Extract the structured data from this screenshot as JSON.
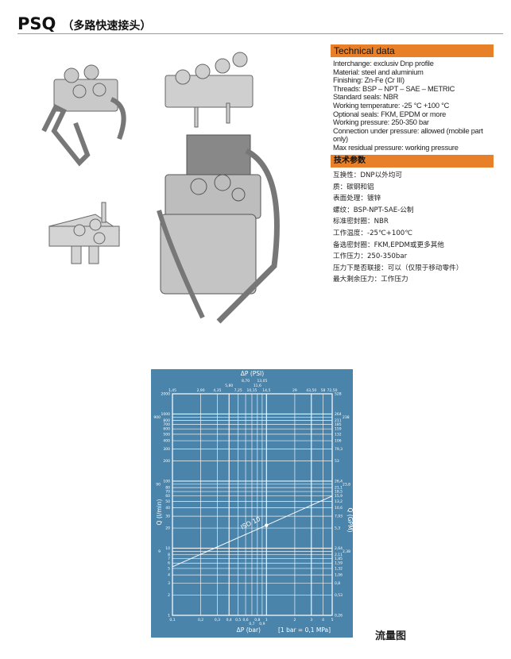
{
  "header": {
    "title": "PSQ",
    "subtitle": "（多路快速接头）"
  },
  "tech_en": {
    "heading": "Technical data",
    "lines": [
      "Interchange: exclusiv Dnp profile",
      "Material: steel and aluminium",
      "Finishing: Zn-Fe (Cr III)",
      "Threads: BSP – NPT – SAE – METRIC",
      "Standard seals: NBR",
      "Working temperature: -25 °C +100 °C",
      "Optional seals: FKM, EPDM or more",
      "Working pressure: 250-350 bar",
      "Connection under pressure: allowed (mobile part only)",
      "Max residual pressure: working pressure"
    ]
  },
  "tech_cn": {
    "heading": "技术参数",
    "lines": [
      "互换性：DNP以外均可",
      "质：碳钢和铝",
      "表面处理：镀锌",
      "螺纹：BSP-NPT-SAE-公制",
      "标准密封圈：NBR",
      "工作温度：-25℃+100℃",
      "备选密封圈：FKM,EPDM或更多其他",
      "工作压力：250-350bar",
      "压力下是否联接：可以（仅限于移动零件）",
      "最大剩余压力：工作压力"
    ]
  },
  "caption": "流量图",
  "colors": {
    "accent": "#e8802a",
    "chart_bg": "#4a84ab",
    "grid": "#ffffff"
  },
  "chart_data": {
    "type": "line",
    "scale": "log-log",
    "xlabel": "ΔP (bar)",
    "xlabel_note": "[1 bar = 0,1 MPa]",
    "x2label": "ΔP (PSI)",
    "ylabel": "Q (l/min)",
    "y2label": "Q (GPM)",
    "xlim": [
      0.1,
      5
    ],
    "ylim": [
      1,
      2000
    ],
    "x_ticks": [
      0.1,
      0.2,
      0.3,
      0.4,
      0.5,
      0.6,
      0.7,
      0.8,
      0.9,
      1,
      2,
      3,
      4,
      5
    ],
    "x_tick_labels": [
      "0,1",
      "0,2",
      "0,3",
      "0,4",
      "0,5",
      "0,6",
      "0,7",
      "0,8",
      "0,9",
      "1",
      "2",
      "3",
      "4",
      "5"
    ],
    "x2_tick_labels": [
      "1,45",
      "2,90",
      "4,35",
      "5,80",
      "7,25",
      "8,70",
      "10,15",
      "11,6",
      "13,05",
      "14,5",
      "29",
      "43,50",
      "58",
      "72,50"
    ],
    "y_ticks": [
      1,
      2,
      3,
      4,
      5,
      6,
      7,
      8,
      9,
      10,
      20,
      30,
      40,
      50,
      60,
      70,
      80,
      90,
      100,
      200,
      300,
      400,
      500,
      600,
      700,
      800,
      900,
      1000,
      2000
    ],
    "y2_tick_labels": [
      "0,26",
      "0,53",
      "0,8",
      "1,06",
      "1,32",
      "1,59",
      "1,85",
      "2,11",
      "2,38",
      "2,64",
      "5,3",
      "7,93",
      "10,6",
      "13,2",
      "15,9",
      "18,5",
      "21,1",
      "23,8",
      "26,4",
      "53",
      "79,3",
      "106",
      "132",
      "159",
      "185",
      "211",
      "238",
      "264",
      "528"
    ],
    "series": [
      {
        "name": "ISO 10",
        "x": [
          0.1,
          1,
          5
        ],
        "y": [
          5.3,
          22,
          60
        ]
      }
    ],
    "marker": {
      "x": 1,
      "y": 22
    }
  }
}
